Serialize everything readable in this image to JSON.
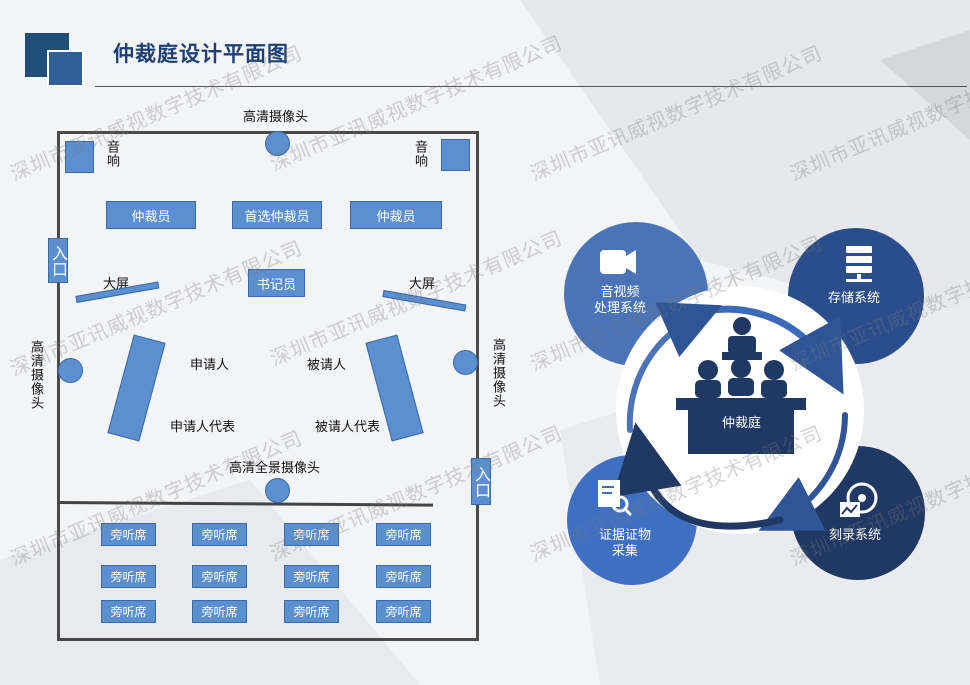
{
  "title": "仲裁庭设计平面图",
  "floorplan": {
    "camera_top": "高清摄像头",
    "camera_left": "高清摄像头",
    "camera_right": "高清摄像头",
    "camera_panorama": "高清全景摄像头",
    "speaker_left": "音响",
    "speaker_right": "音响",
    "arbitrator_left": "仲裁员",
    "chief_arbitrator": "首选仲裁员",
    "arbitrator_right": "仲裁员",
    "clerk": "书记员",
    "big_screen_left": "大屏",
    "big_screen_right": "大屏",
    "entrance_left": "入口",
    "entrance_right": "入口",
    "applicant": "申请人",
    "respondent": "被请人",
    "applicant_rep": "申请人代表",
    "respondent_rep": "被请人代表",
    "gallery_seats": [
      "旁听席",
      "旁听席",
      "旁听席",
      "旁听席",
      "旁听席",
      "旁听席",
      "旁听席",
      "旁听席",
      "旁听席",
      "旁听席",
      "旁听席",
      "旁听席"
    ]
  },
  "system": {
    "center": "仲裁庭",
    "av": "音视频\n处理系统",
    "storage": "存储系统",
    "burn": "刻录系统",
    "evidence": "证据证物\n采集"
  },
  "watermark": "深圳市亚讯威视数字技术有限公司",
  "colors": {
    "primary": "#1f4e79",
    "box": "#5b8fd0",
    "mid": "#2f5597",
    "light": "#4472c4"
  }
}
